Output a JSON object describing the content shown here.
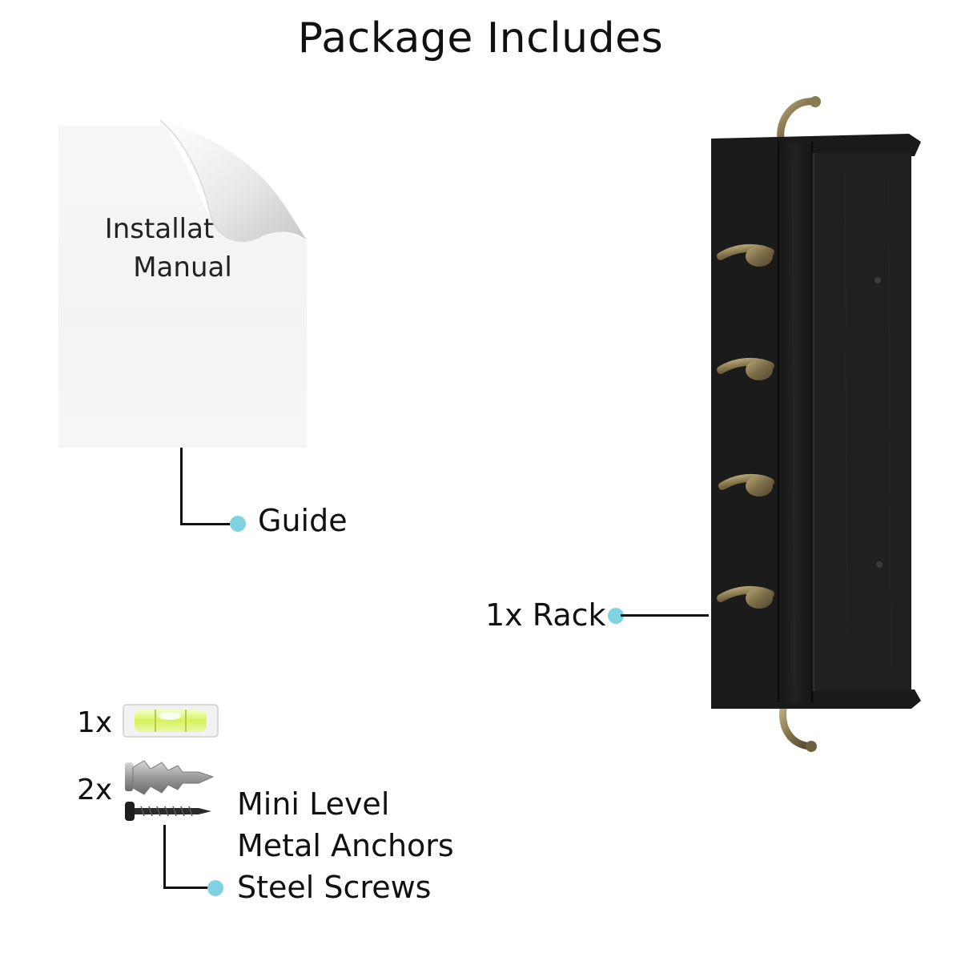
{
  "title": "Package Includes",
  "manual": {
    "line1": "Installat",
    "line2": "Manual",
    "label": "Guide"
  },
  "rack": {
    "label": "1x Rack"
  },
  "parts": {
    "level_count": "1x",
    "anchor_count": "2x",
    "items": [
      "Mini Level",
      "Metal Anchors",
      "Steel Screws"
    ]
  },
  "colors": {
    "accent_dot": "#7fd3e0",
    "rack_body": "#1c1c1c",
    "hook_brass": "#8a7a55"
  }
}
